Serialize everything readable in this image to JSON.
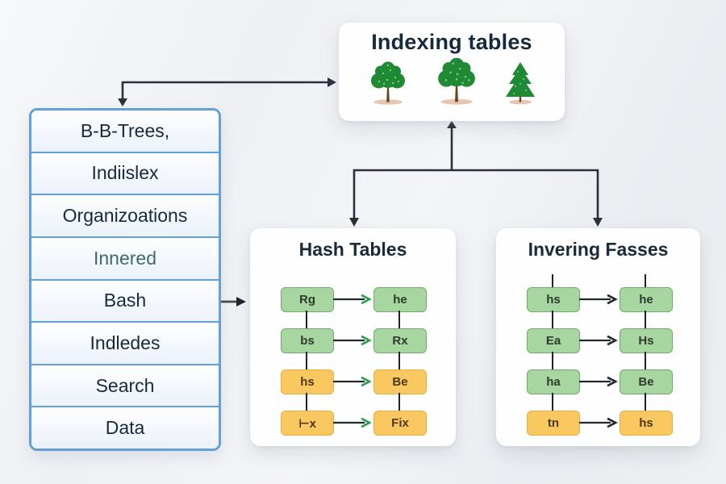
{
  "top_box": {
    "title": "Indexing tables",
    "tree_icons": [
      "round-tree",
      "round-tree",
      "pine-tree"
    ]
  },
  "sidebar": {
    "rows": [
      {
        "label": "B-B-Trees,"
      },
      {
        "label": "Indiislex"
      },
      {
        "label": "Organizoations"
      },
      {
        "label": "Innered",
        "highlighted": true
      },
      {
        "label": "Bash"
      },
      {
        "label": "Indledes"
      },
      {
        "label": "Search"
      },
      {
        "label": "Data"
      }
    ]
  },
  "panels": [
    {
      "title": "Hash Tables",
      "arrow_head_color": "#2e9e4e",
      "rows": [
        {
          "left": "Rg",
          "right": "he",
          "color": "green"
        },
        {
          "left": "bs",
          "right": "Rx",
          "color": "green"
        },
        {
          "left": "hs",
          "right": "Be",
          "color": "yellow"
        },
        {
          "left": "⊢x",
          "right": "Fix",
          "color": "yellow"
        }
      ]
    },
    {
      "title": "Invering Fasses",
      "arrow_head_color": "#23292f",
      "rows": [
        {
          "left": "hs",
          "right": "he",
          "color": "green"
        },
        {
          "left": "Ea",
          "right": "Hs",
          "color": "green"
        },
        {
          "left": "ha",
          "right": "Be",
          "color": "green"
        },
        {
          "left": "tn",
          "right": "hs",
          "color": "yellow"
        }
      ]
    }
  ],
  "colors": {
    "accent_blue_border": "#64a0d8",
    "text_dark_navy": "#17293d",
    "innered_text_teal": "#3f6b61",
    "node_green_bg": "#a7d6a1",
    "node_green_border": "#74aa71",
    "node_yellow_bg": "#f9c860",
    "node_yellow_border": "#e8ae3e",
    "connector_dark": "#2b313a",
    "arrow_head_green": "#2e9e4e",
    "tree_foliage_green": "#1e8a33",
    "tree_trunk_brown": "#6b431e",
    "panel_white": "#fefefe"
  }
}
